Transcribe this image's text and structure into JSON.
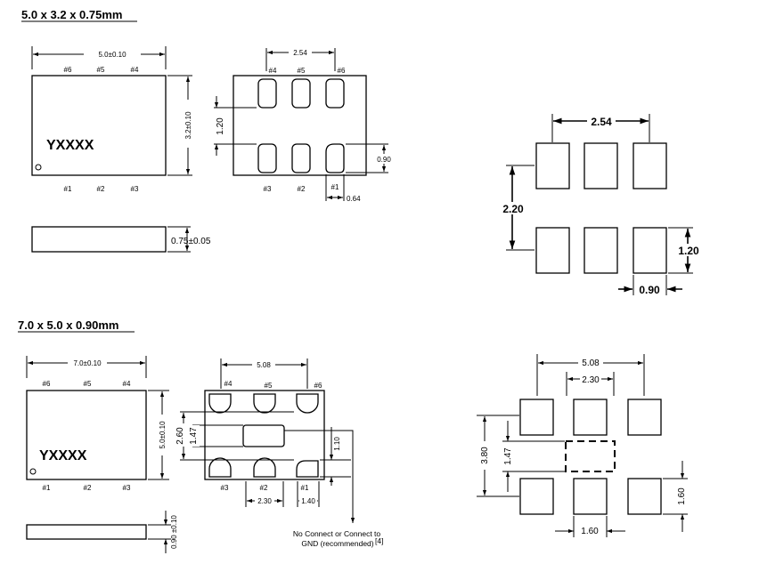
{
  "section1": {
    "title": "5.0 x 3.2 x 0.75mm",
    "top_view": {
      "width_dim": "5.0±0.10",
      "height_dim": "3.2±0.10",
      "marking": "YXXXX",
      "top_pins": [
        "#6",
        "#5",
        "#4"
      ],
      "bottom_pins": [
        "#1",
        "#2",
        "#3"
      ]
    },
    "side_view": {
      "thickness_dim": "0.75±0.05"
    },
    "bottom_view": {
      "pitch_dim": "2.54",
      "row_gap_dim": "1.20",
      "pad_height_dim": "0.90",
      "pad_width_dim": "0.64",
      "top_pins": [
        "#4",
        "#5",
        "#6"
      ],
      "bottom_pins": [
        "#3",
        "#2",
        "#1"
      ]
    },
    "land_pattern": {
      "pitch_dim": "2.54",
      "span_dim": "2.20",
      "pad_height_dim": "1.20",
      "pad_width_dim": "0.90"
    }
  },
  "section2": {
    "title": "7.0 x 5.0 x 0.90mm",
    "top_view": {
      "width_dim": "7.0±0.10",
      "height_dim": "5.0±0.10",
      "marking": "YXXXX",
      "top_pins": [
        "#6",
        "#5",
        "#4"
      ],
      "bottom_pins": [
        "#1",
        "#2",
        "#3"
      ]
    },
    "side_view": {
      "thickness_dim": "0.90 ±0.10"
    },
    "bottom_view": {
      "span_dim": "5.08",
      "outer_dim": "2.60",
      "inner_dim": "1.47",
      "pad_height_dim": "1.10",
      "pitch_dim": "2.30",
      "pad_width_dim": "1.40",
      "top_pins": [
        "#4",
        "#5",
        "#6"
      ],
      "bottom_pins": [
        "#3",
        "#2",
        "#1"
      ],
      "note_line1": "No Connect or Connect to",
      "note_line2": "GND (recommended)",
      "note_ref": "[4]"
    },
    "land_pattern": {
      "span_dim": "5.08",
      "pitch_dim": "2.30",
      "total_height_dim": "3.80",
      "inner_dim": "1.47",
      "pad_height_dim": "1.60",
      "pad_width_dim": "1.60"
    }
  }
}
